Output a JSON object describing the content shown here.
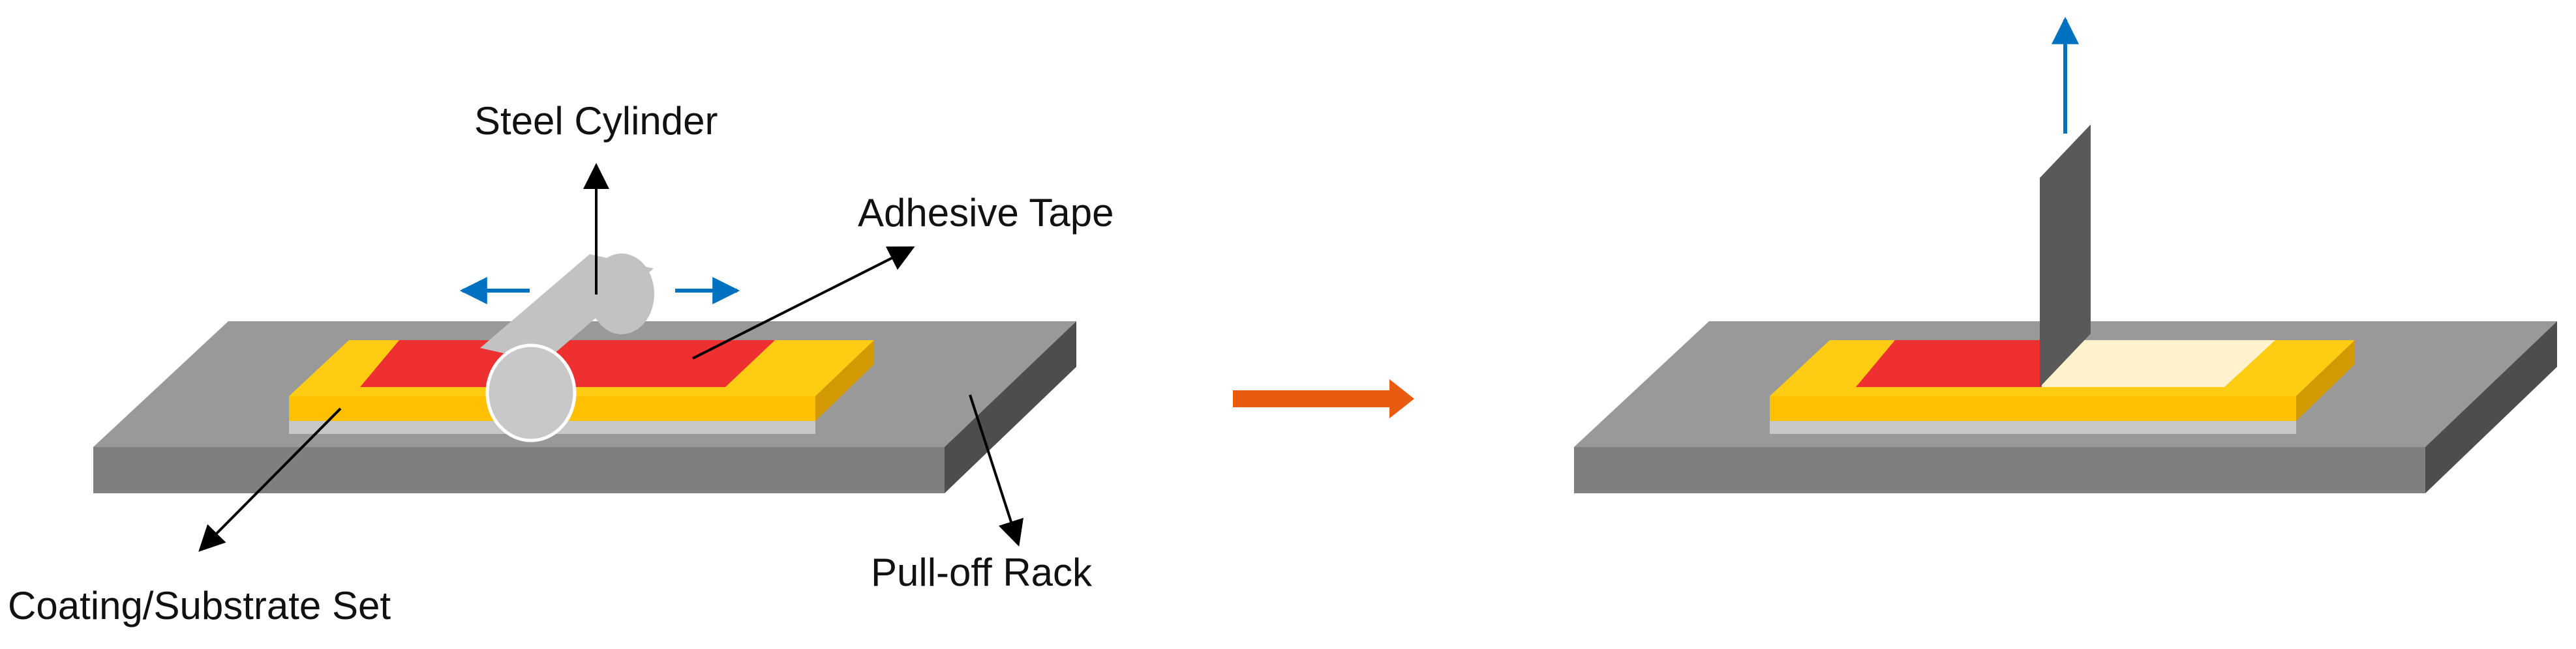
{
  "labels": {
    "steel_cylinder": "Steel Cylinder",
    "adhesive_tape": "Adhesive Tape",
    "coating_substrate_set": "Coating/Substrate Set",
    "pull_off_rack": "Pull-off Rack"
  },
  "colors": {
    "rack_top": "#999999",
    "rack_front": "#7f7f7f",
    "rack_side": "#4d4d4d",
    "substrate": "#c7c7c7",
    "coating_top": "#ffcc14",
    "coating_front": "#ffc000",
    "coating_side": "#d39a00",
    "tape": "#ee3030",
    "peeled_area": "#fff2cc",
    "cylinder": "#c2c2c2",
    "cylinder_end": "#c8c8c8",
    "peeled_tape": "#595959",
    "motion_arrow": "#0070c0",
    "process_arrow": "#e85b10",
    "callout_line": "#000000"
  }
}
